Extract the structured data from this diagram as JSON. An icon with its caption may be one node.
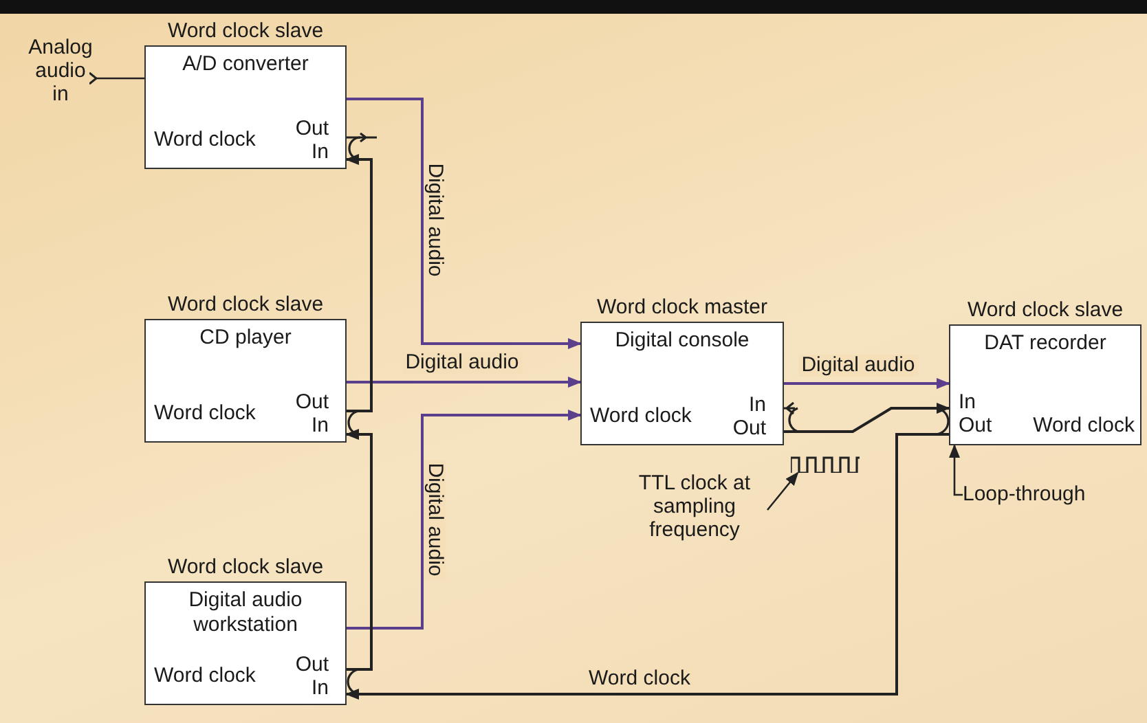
{
  "diagram": {
    "nodes": [
      {
        "text": [
          "Word clock slave",
          "A/D converter",
          "Word clock",
          "Out",
          "In"
        ]
      },
      {
        "text": [
          "Word clock slave",
          "CD player",
          "Word clock",
          "Out",
          "In"
        ]
      },
      {
        "text": [
          "Word clock slave",
          "Digital audio workstation",
          "Word clock",
          "Out",
          "In"
        ]
      },
      {
        "text": [
          "Word clock master",
          "Digital console",
          "Word clock",
          "In",
          "Out"
        ]
      },
      {
        "text": [
          "Word clock slave",
          "DAT recorder",
          "In",
          "Out",
          "Word clock"
        ]
      },
      {
        "text": [
          "Analog audio in"
        ]
      },
      {
        "text": [
          "TTL clock at sampling frequency"
        ]
      },
      {
        "text": [],
        "shape": "picture"
      },
      {
        "text": [
          "Loop-through"
        ]
      }
    ],
    "edges": [
      {
        "from": 0,
        "to": 3,
        "arrow": "to",
        "label": "Digital audio",
        "color": "#5b3e8c"
      },
      {
        "from": 1,
        "to": 3,
        "arrow": "to",
        "label": "Digital audio",
        "color": "#5b3e8c"
      },
      {
        "from": 2,
        "to": 3,
        "arrow": "to",
        "label": "Digital audio",
        "color": "#5b3e8c"
      },
      {
        "from": 3,
        "to": 4,
        "arrow": "to",
        "label": "Digital audio",
        "color": "#5b3e8c"
      },
      {
        "from": 3,
        "to": 4,
        "arrow": "to"
      },
      {
        "from": 4,
        "to": 2,
        "arrow": "to",
        "label": "Word clock"
      },
      {
        "from": 2,
        "to": 1,
        "arrow": "to"
      },
      {
        "from": 1,
        "to": 0,
        "arrow": "to"
      },
      {
        "from": 5,
        "to": 0,
        "arrow": "other"
      },
      {
        "from": 6,
        "to": 7,
        "arrow": "to"
      },
      {
        "from": 8,
        "to": 4,
        "arrow": "to"
      }
    ]
  }
}
